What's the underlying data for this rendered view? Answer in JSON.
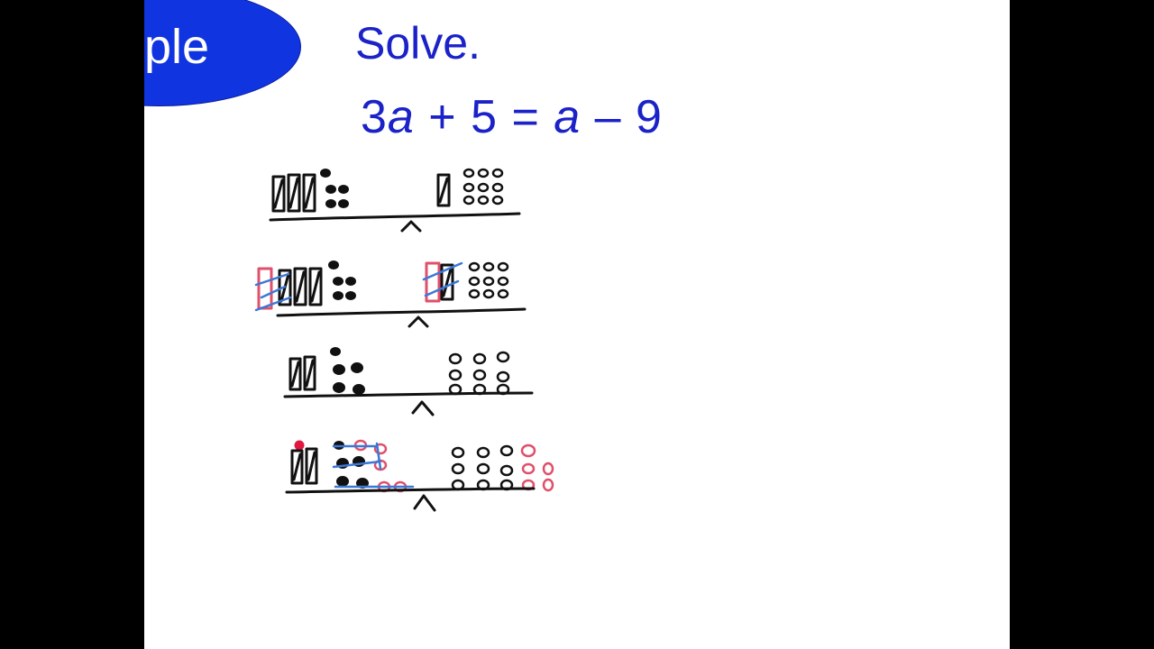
{
  "slide": {
    "badge_label": "ple",
    "title": "Solve.",
    "equation": {
      "coef": "3",
      "var1": "a",
      "plus": " + ",
      "const1": "5",
      "equals": " = ",
      "var2": "a",
      "minus": " – ",
      "const2": "9"
    }
  },
  "colors": {
    "badge_fill": "#1034e0",
    "title_text": "#1a22c8",
    "ink": "#111111",
    "red_ink": "#e0506a",
    "blue_ink": "#3a78d8"
  }
}
